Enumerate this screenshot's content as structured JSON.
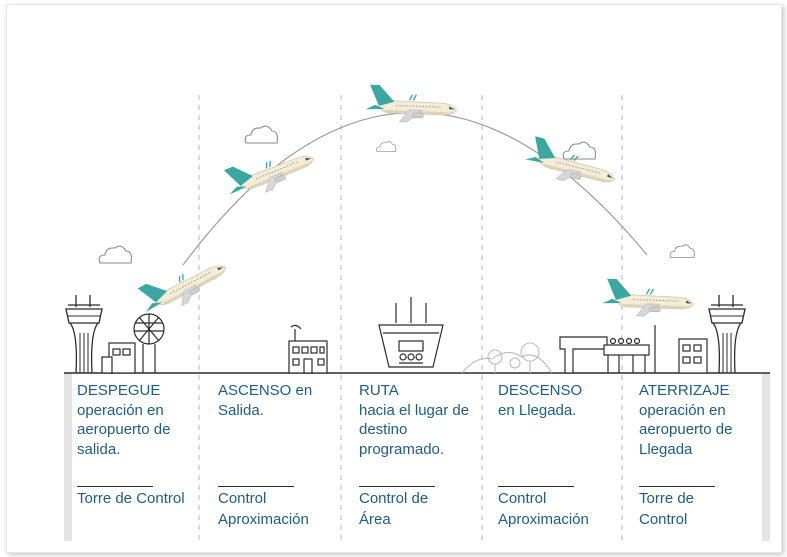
{
  "colors": {
    "text": "#1f5c86",
    "line": "#2b2b2b",
    "tail": "#3aa7a0",
    "fuselage": "#f3ecd6",
    "side_band": "#e4e4e4"
  },
  "phases": [
    {
      "title": "DESPEGUE",
      "desc": "operación en aeropuerto de salida.",
      "control": "Torre de Control"
    },
    {
      "title": "ASCENSO en",
      "desc": "Salida.",
      "control": "Control Aproximación"
    },
    {
      "title": "RUTA",
      "desc": "hacia el lugar de destino programado.",
      "control": "Control de Área"
    },
    {
      "title": "DESCENSO",
      "desc": "en Llegada.",
      "control": "Control Aproximación"
    },
    {
      "title": "ATERRIZAJE",
      "desc": "operación en aeropuerto de Llegada",
      "control": "Torre de Control"
    }
  ],
  "icons": [
    "plane-icon",
    "cloud-icon",
    "control-tower-icon",
    "radar-dome-icon",
    "approach-building-icon",
    "area-control-center-icon",
    "trees-icon",
    "terminal-building-icon"
  ]
}
